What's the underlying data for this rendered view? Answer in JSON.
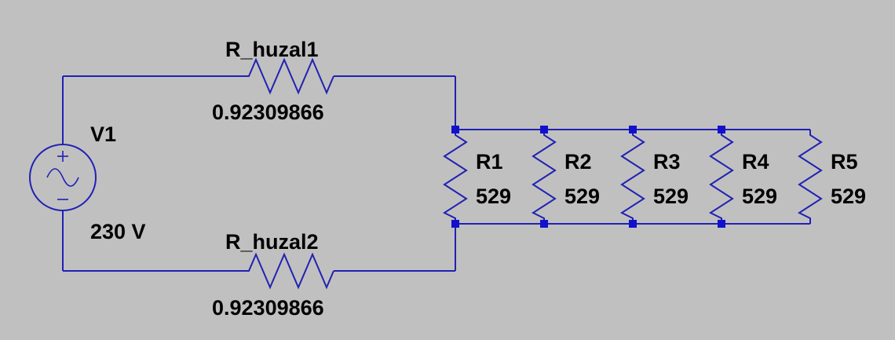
{
  "colors": {
    "background": "#c0c0c0",
    "wire": "#2121b4",
    "node": "#1111cc",
    "text": "#000000"
  },
  "source": {
    "name": "V1",
    "value": "230 V"
  },
  "series_resistors": [
    {
      "name": "R_huzal1",
      "value": "0.92309866"
    },
    {
      "name": "R_huzal2",
      "value": "0.92309866"
    }
  ],
  "parallel_resistors": [
    {
      "name": "R1",
      "value": "529"
    },
    {
      "name": "R2",
      "value": "529"
    },
    {
      "name": "R3",
      "value": "529"
    },
    {
      "name": "R4",
      "value": "529"
    },
    {
      "name": "R5",
      "value": "529"
    }
  ]
}
